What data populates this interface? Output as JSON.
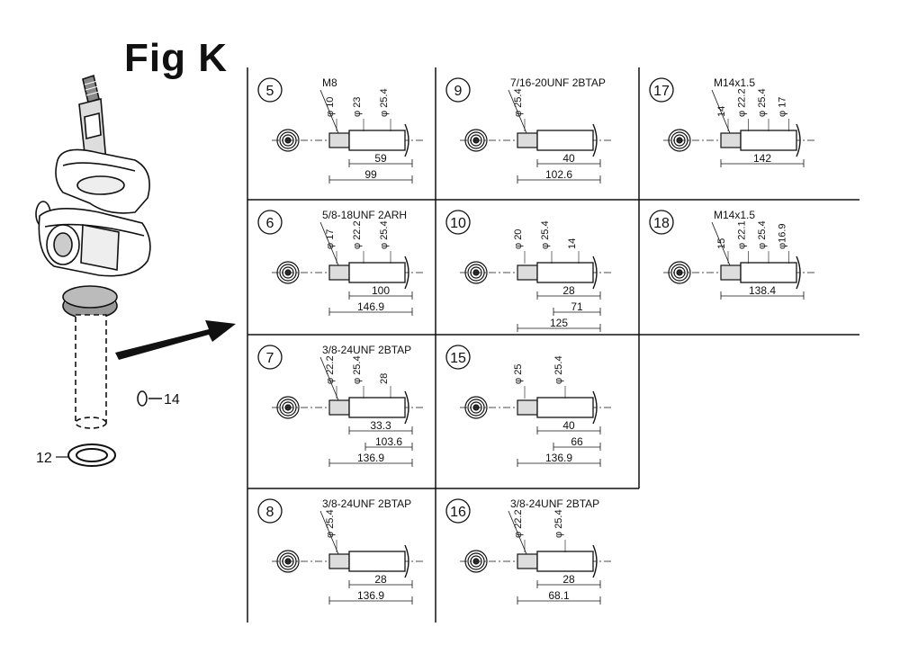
{
  "figure": {
    "title": "Fig K",
    "callouts": {
      "seal": "12",
      "key": "14"
    }
  },
  "cells": [
    {
      "id": "5",
      "thread": "M8",
      "dims": [
        "φ 10",
        "φ 23",
        "φ 25.4"
      ],
      "lengths": [
        "59",
        "99"
      ]
    },
    {
      "id": "9",
      "thread": "7/16-20UNF 2BTAP",
      "dims": [
        "φ 25.4"
      ],
      "lengths": [
        "40",
        "102.6"
      ]
    },
    {
      "id": "17",
      "thread": "M14x1.5",
      "dims": [
        "14",
        "φ 22.2",
        "φ 25.4",
        "φ 17"
      ],
      "lengths": [
        "142"
      ]
    },
    {
      "id": "6",
      "thread": "5/8-18UNF 2ARH",
      "dims": [
        "φ 17",
        "φ 22.2",
        "φ 25.4"
      ],
      "lengths": [
        "100",
        "146.9"
      ]
    },
    {
      "id": "10",
      "thread": "",
      "dims": [
        "φ 20",
        "φ 25.4",
        "14"
      ],
      "lengths": [
        "28",
        "71",
        "125"
      ]
    },
    {
      "id": "18",
      "thread": "M14x1.5",
      "dims": [
        "15",
        "φ 22.1",
        "φ 25.4",
        "φ16.9"
      ],
      "lengths": [
        "138.4"
      ]
    },
    {
      "id": "7",
      "thread": "3/8-24UNF 2BTAP",
      "dims": [
        "φ 22.2",
        "φ 25.4",
        "28"
      ],
      "lengths": [
        "33.3",
        "103.6",
        "136.9"
      ]
    },
    {
      "id": "15",
      "thread": "",
      "dims": [
        "φ 25",
        "φ 25.4"
      ],
      "lengths": [
        "40",
        "66",
        "136.9"
      ]
    },
    {
      "id": "8",
      "thread": "3/8-24UNF 2BTAP",
      "dims": [
        "φ 25.4"
      ],
      "lengths": [
        "28",
        "136.9"
      ]
    },
    {
      "id": "16",
      "thread": "3/8-24UNF 2BTAP",
      "dims": [
        "φ 22.2",
        "φ 25.4"
      ],
      "lengths": [
        "28",
        "68.1"
      ]
    }
  ]
}
